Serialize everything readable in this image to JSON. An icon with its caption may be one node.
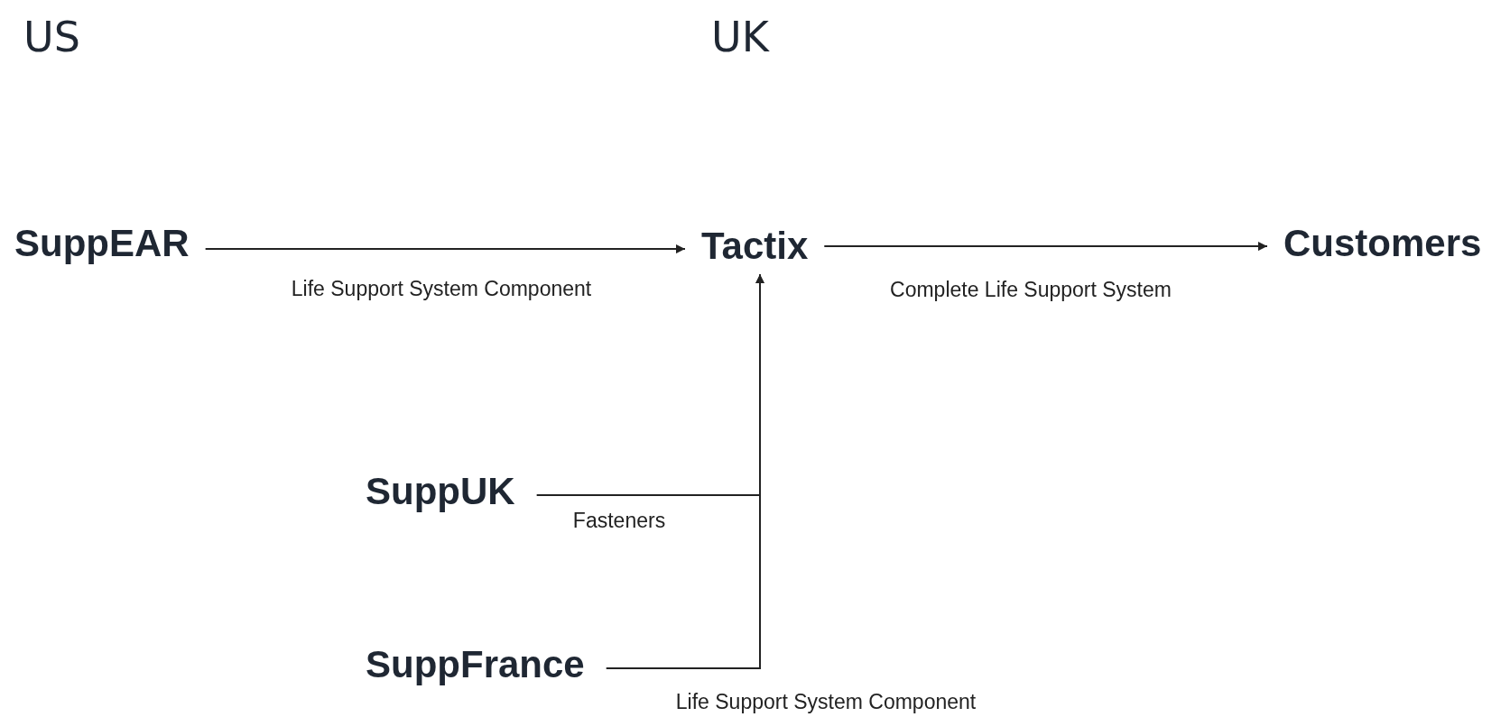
{
  "diagram": {
    "nodes": [
      {
        "text": [
          "SuppEAR"
        ]
      },
      {
        "text": [
          "Tactix"
        ]
      },
      {
        "text": [
          "Customers"
        ]
      },
      {
        "text": [
          "SuppUK"
        ]
      },
      {
        "text": [
          "SuppFrance"
        ]
      }
    ],
    "edges": [
      {
        "from": 0,
        "to": 1,
        "arrow": "to",
        "label": "Life Support System Component"
      },
      {
        "from": 1,
        "to": 2,
        "arrow": "to",
        "label": "Complete Life Support System"
      },
      {
        "from": 3,
        "to": 1,
        "arrow": "to",
        "label": "Fasteners"
      },
      {
        "from": 4,
        "to": 1,
        "arrow": "to",
        "label": "Life Support System Component"
      }
    ],
    "labels": [
      "US",
      "UK"
    ]
  }
}
